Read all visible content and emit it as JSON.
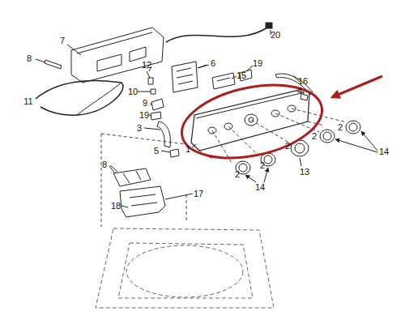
{
  "diagram": {
    "labels": [
      "7",
      "20",
      "8",
      "12",
      "6",
      "11",
      "10",
      "9",
      "19",
      "15",
      "19",
      "16",
      "4",
      "3",
      "1",
      "5",
      "2",
      "2",
      "2",
      "2",
      "2",
      "14",
      "14",
      "13",
      "8",
      "18",
      "17"
    ]
  }
}
